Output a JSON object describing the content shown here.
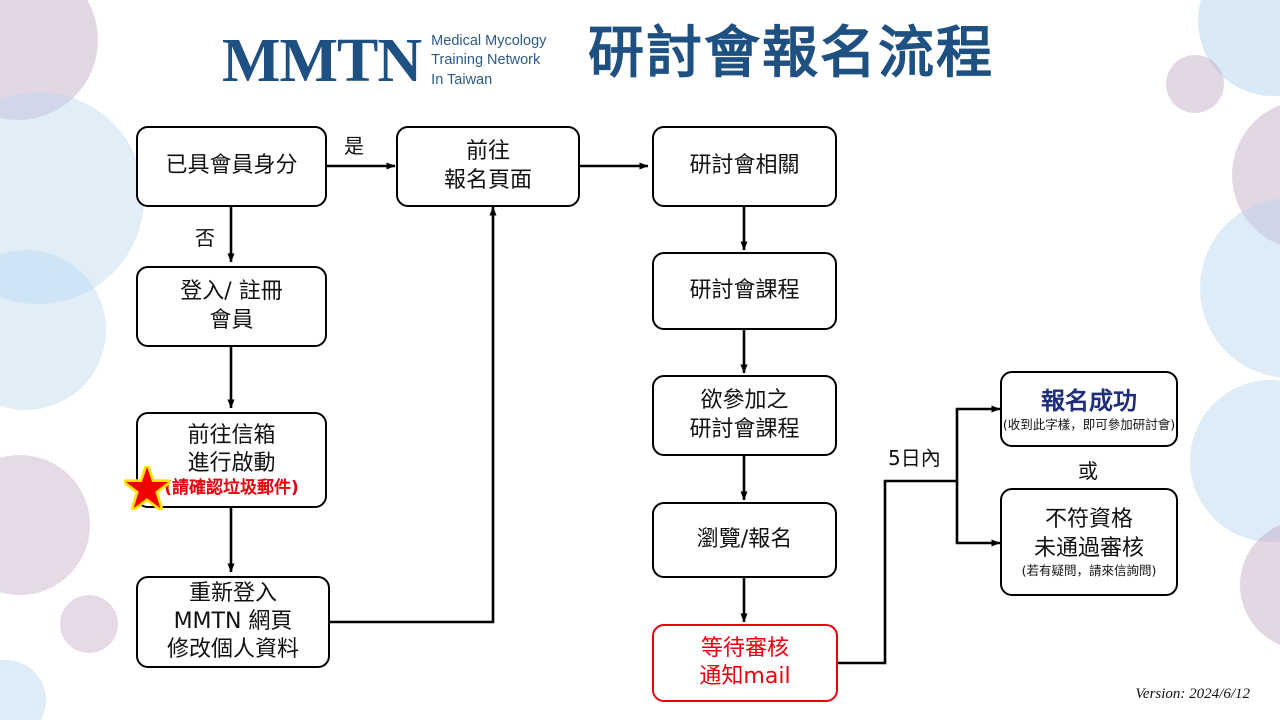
{
  "header": {
    "logo_mark": "MMTN",
    "logo_tagline_line1": "Medical Mycology",
    "logo_tagline_line2": "Training Network",
    "logo_tagline_line3": "In Taiwan",
    "title": "研討會報名流程",
    "brand_color": "#1F5082"
  },
  "colors": {
    "accent_navy": "#1F5082",
    "success_navy": "#1F2D7A",
    "alert_red": "#E8000D",
    "box_border": "#000000",
    "decor_purple": "#D9CCE3",
    "decor_blue": "#D6E4F2"
  },
  "nodes": {
    "member_check": {
      "line1": "已具會員身分"
    },
    "login_register": {
      "line1": "登入/ 註冊",
      "line2": "會員"
    },
    "activate_mail": {
      "line1": "前往信箱",
      "line2": "進行啟動",
      "note": "(請確認垃圾郵件)"
    },
    "relogin_profile": {
      "line1": "重新登入",
      "line2": "MMTN 網頁",
      "line3": "修改個人資料"
    },
    "goto_signup": {
      "line1": "前往",
      "line2": "報名頁面"
    },
    "seminar_related": {
      "line1": "研討會相關"
    },
    "seminar_courses": {
      "line1": "研討會課程"
    },
    "desired_courses": {
      "line1": "欲參加之",
      "line2": "研討會課程"
    },
    "browse_signup": {
      "line1": "瀏覽/報名"
    },
    "await_review": {
      "line1": "等待審核",
      "line2": "通知mail"
    },
    "signup_success": {
      "line1": "報名成功",
      "sub": "(收到此字樣，即可參加研討會)"
    },
    "not_qualified": {
      "line1": "不符資格",
      "line2": "未通過審核",
      "sub": "(若有疑問，請來信詢問)"
    }
  },
  "edge_labels": {
    "yes": "是",
    "no": "否",
    "within_5_days": "5日內",
    "or": "或"
  },
  "footer": {
    "version": "Version: 2024/6/12"
  },
  "icons": {
    "star": "red-star-icon"
  }
}
